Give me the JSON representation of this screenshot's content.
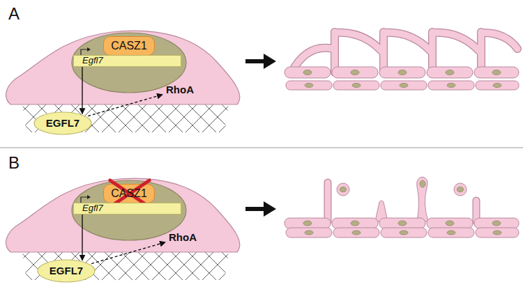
{
  "diagram": {
    "nodes": [
      {
        "text": [
          "CASZ1"
        ]
      },
      {
        "text": [
          "Egfl7"
        ]
      },
      {
        "text": [
          "EGFL7"
        ]
      },
      {
        "text": [
          "RhoA"
        ]
      },
      {
        "text": [
          "CASZ1"
        ]
      },
      {
        "text": [
          "Egfl7"
        ]
      },
      {
        "text": [
          "EGFL7"
        ]
      },
      {
        "text": [
          "RhoA"
        ]
      }
    ],
    "edges": [
      {
        "from": 1,
        "to": 2,
        "arrow": "to"
      },
      {
        "from": 2,
        "to": 3,
        "arrow": "to"
      },
      {
        "from": 5,
        "to": 6,
        "arrow": "to"
      },
      {
        "from": 6,
        "to": 7,
        "arrow": "to"
      }
    ],
    "labels": [
      "A",
      "B"
    ]
  }
}
